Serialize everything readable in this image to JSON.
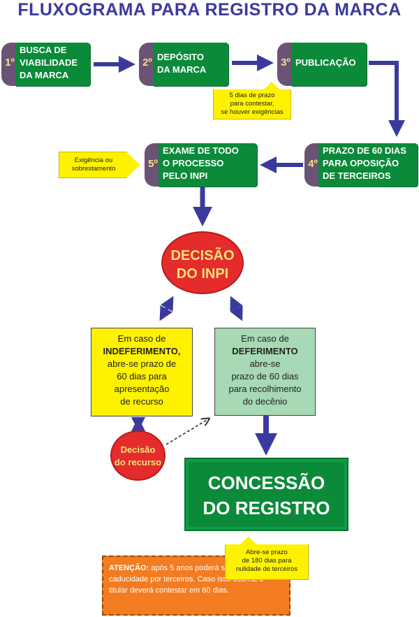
{
  "title": "FLUXOGRAMA PARA REGISTRO DA MARCA",
  "steps": [
    {
      "num": "1º",
      "label": "BUSCA DE\nVIABILIDADE\nDA MARCA"
    },
    {
      "num": "2º",
      "label": "DEPÓSITO\nDA MARCA"
    },
    {
      "num": "3º",
      "label": "PUBLICAÇÃO"
    },
    {
      "num": "4º",
      "label": "PRAZO DE 60 DIAS\nPARA OPOSIÇÃO\nDE TERCEIROS"
    },
    {
      "num": "5º",
      "label": "EXAME DE TODO\nO PROCESSO\nPELO  INPI"
    }
  ],
  "notes": {
    "contest": "5 dias de prazo\npara contestar,\nse houver exigências",
    "exigencia": "Exigência ou\nsobrestamento",
    "nulidade": "Abre-se prazo\nde 180 dias para\nnulidade de terceiros"
  },
  "decision_inpi": {
    "line1": "DECISÃO",
    "line2": "DO INPI"
  },
  "indeferimento": {
    "pre": "Em caso de",
    "bold": "INDEFERIMENTO,",
    "post": "abre-se prazo de\n60 dias para\napresentação\nde recurso"
  },
  "deferimento": {
    "pre": "Em caso de",
    "bold": "DEFERIMENTO",
    "post": "abre-se\nprazo de 60 dias\npara recolhimento\ndo decênio"
  },
  "decisao_recurso": {
    "line1": "Decisão",
    "line2": "do recurso"
  },
  "concessao": {
    "line1": "CONCESSÃO",
    "line2": "DO REGISTRO"
  },
  "atencao": {
    "label": "ATENÇÃO:",
    "text": " após 5 anos poderá ser requerida a caducidade por terceiros. Caso isso ocorra, o titular deverá contestar em 60 dias."
  },
  "colors": {
    "title": "#3a3a9e",
    "step_green": "#0b8a3a",
    "step_tab": "#6b5375",
    "tab_number": "#f6e27a",
    "arrow": "#3a3a9e",
    "note_yellow": "#fff200",
    "decision_red": "#e52b2b",
    "indeferimento_bg": "#fff200",
    "deferimento_bg": "#a6d9b4",
    "atencao_bg": "#f47c20"
  }
}
